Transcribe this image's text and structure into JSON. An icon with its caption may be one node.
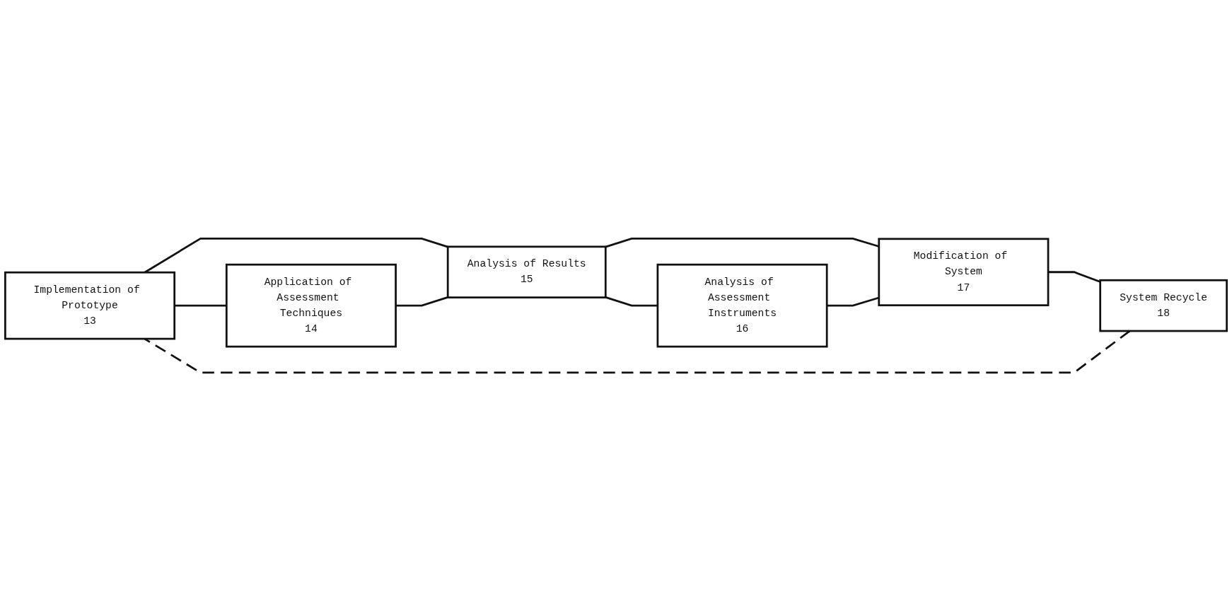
{
  "diagram": {
    "nodes": [
      {
        "text": [
          "Implementation of Prototype",
          "13"
        ]
      },
      {
        "text": [
          "Analysis of Results",
          "15"
        ]
      },
      {
        "text": [
          "Modification of System",
          "17"
        ]
      },
      {
        "text": [
          "System Recycle",
          "18"
        ]
      },
      {
        "text": [
          "Application of Assessment Techniques",
          "14"
        ]
      },
      {
        "text": [
          "Analysis of Assessment Instruments",
          "16"
        ]
      }
    ],
    "edges": [
      {
        "from": 0,
        "to": 1,
        "arrow": "none"
      },
      {
        "from": 0,
        "to": 4,
        "arrow": "none"
      },
      {
        "from": 4,
        "to": 1,
        "arrow": "none"
      },
      {
        "from": 1,
        "to": 2,
        "arrow": "none"
      },
      {
        "from": 1,
        "to": 5,
        "arrow": "none"
      },
      {
        "from": 5,
        "to": 2,
        "arrow": "none"
      },
      {
        "from": 2,
        "to": 3,
        "arrow": "none"
      },
      {
        "from": 3,
        "to": 0,
        "arrow": "none",
        "style": "dashed"
      }
    ]
  }
}
